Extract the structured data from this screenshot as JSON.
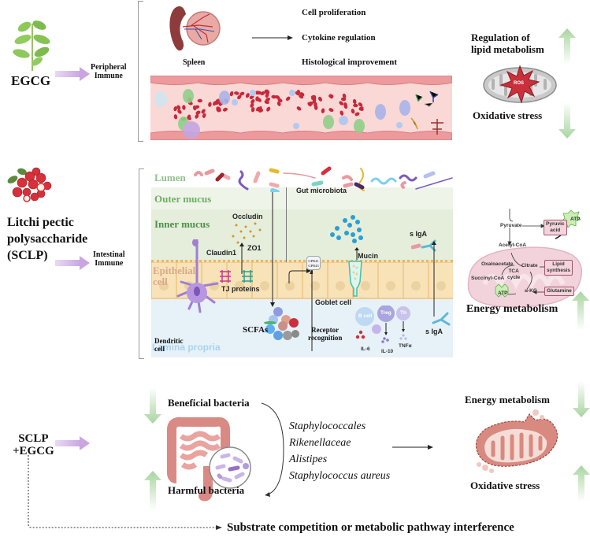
{
  "panel1": {
    "agent": "EGCG",
    "route_label_line1": "Peripheral",
    "route_label_line2": "Immune",
    "organ_label": "Spleen",
    "effects": [
      "Cell proliferation",
      "Cytokine regulation",
      "Histological improvement"
    ],
    "outcome_top": "Regulation of lipid metabolism",
    "outcome_top_line1": "Regulation of",
    "outcome_top_line2": "lipid metabolism",
    "outcome_top_direction": "up",
    "ros_label": "ROS",
    "outcome_bottom": "Oxidative stress",
    "outcome_bottom_direction": "down"
  },
  "panel2": {
    "agent_line1": "Litchi pectic",
    "agent_line2": "polysaccharide",
    "agent_line3": "(SCLP)",
    "route_label_line1": "Intestinal",
    "route_label_line2": "Immune",
    "layers": {
      "lumen": "Lumen",
      "outer_mucus": "Outer mucus",
      "inner_mucus": "Inner mucus",
      "epithelial_line1": "Epithelial",
      "epithelial_line2": "cell",
      "lamina_propria": "Lamina propria"
    },
    "labels": {
      "gut_microbiota": "Gut microbiota",
      "occludin": "Occludin",
      "claudin1": "Claudin1",
      "zo1": "ZO1",
      "tj_proteins": "TJ proteins",
      "dendritic_line1": "Dendritic",
      "dendritic_line2": "cell",
      "scfas": "SCFAs",
      "receptor_line1": "Receptor",
      "receptor_line2": "recognition",
      "gpr41": "GPR41",
      "gpr43": "GPR43",
      "goblet_cell": "Goblet cell",
      "mucin": "Mucin",
      "siga_top": "s IgA",
      "siga_bottom": "s IgA",
      "b_cell": "B cell",
      "treg": "Treg",
      "th": "Th",
      "il6": "IL-6",
      "il10": "IL-10",
      "tnfa": "TNFα"
    },
    "metabolism": {
      "pyruvate": "Pyruvate",
      "pyruvic_acid_line1": "Pyruvic",
      "pyruvic_acid_line2": "acid",
      "acetyl_coa": "Acetyl-CoA",
      "oxaloacetate": "Oxaloacetate",
      "citrate": "Citrate",
      "tca_line1": "TCA",
      "tca_line2": "cycle",
      "succinyl_coa": "Succinyl-CoA",
      "akg": "α-KG",
      "lipid_line1": "Lipid",
      "lipid_line2": "synthesis",
      "glutamine": "Glutamine",
      "atp_top": "ATP",
      "atp_bottom": "ATP"
    },
    "outcome": "Energy metabolism",
    "outcome_direction": "up"
  },
  "panel3": {
    "agent_line1": "SCLP",
    "agent_line2": "+EGCG",
    "beneficial": "Beneficial bacteria",
    "beneficial_direction": "down",
    "harmful": "Harmful bacteria",
    "harmful_direction": "up",
    "taxa": [
      "Staphylococcales",
      "Rikenellaceae",
      "Alistipes",
      "Staphylococcus aureus"
    ],
    "outcome_top": "Energy metabolism",
    "outcome_top_direction": "down",
    "outcome_bottom": "Oxidative stress",
    "outcome_bottom_direction": "up",
    "mechanism": "Substrate competition or metabolic pathway interference"
  },
  "colors": {
    "purple_arrow": "#c9a6e0",
    "green_arrow": "#a8d5a0",
    "vessel_wall": "#e88a8f",
    "vessel_lumen": "#f9d8d6",
    "rbc": "#c8283a",
    "mucus_outer": "#eef4e8",
    "mucus_inner": "#e4eedb",
    "epithelium": "#f8e2b8",
    "lamina": "#e7f1f8",
    "lumen_label": "#8fc28a",
    "outer_label": "#6fae63",
    "inner_label": "#4f8f4a",
    "epithelial_label": "#d6a98c",
    "lamina_label": "#a8d3ee",
    "mito_grey": "#c9c9c9",
    "ros": "#c9303c",
    "mito_pink": "#f2d3dc"
  }
}
